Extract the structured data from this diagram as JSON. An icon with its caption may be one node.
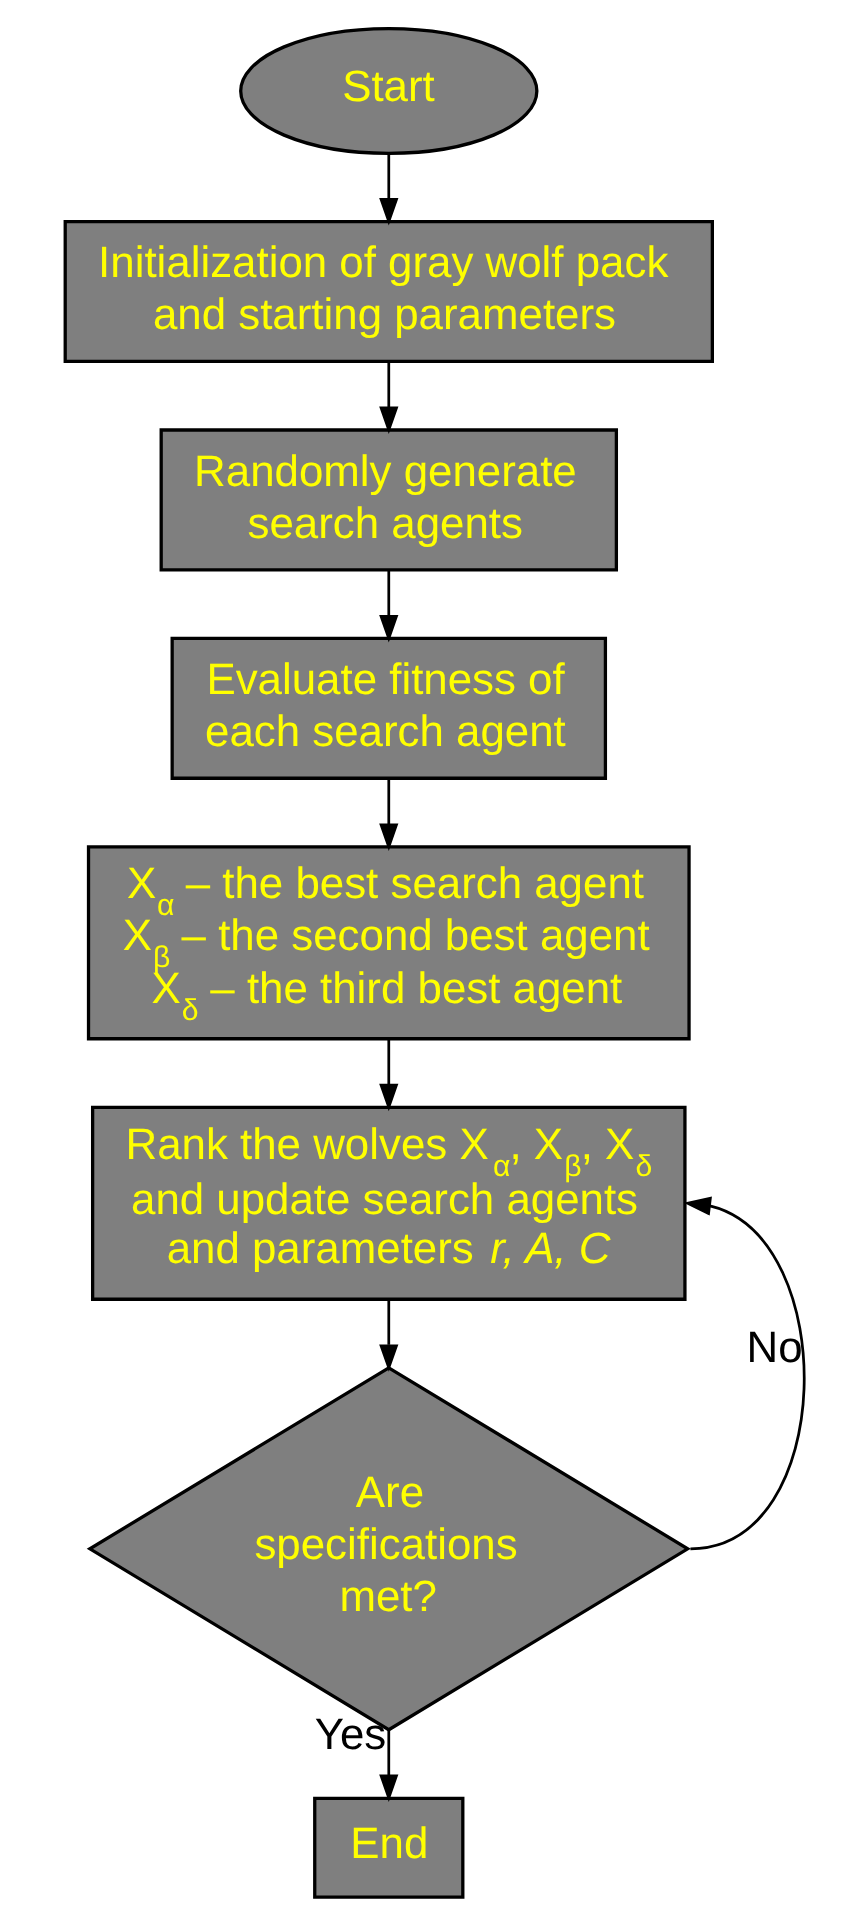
{
  "diagram": {
    "nodes": [
      {
        "text": [
          "Start"
        ]
      },
      {
        "text": [
          "Initialization of gray wolf pack and starting parameters"
        ]
      },
      {
        "text": [
          "Randomly generate search agents"
        ]
      },
      {
        "text": [
          "Evaluate fitness of each search agent"
        ]
      },
      {
        "text": [
          "X$_{α}$ – the best search agent",
          "X$_{β}$ – the second best agent",
          "X$_{δ}$ – the third best agent"
        ]
      },
      {
        "text": [
          "Rank the wolves X$_{α}$, X$_{β}$, X$_{δ}$ and update search agents and parameters *r, A, C*"
        ]
      },
      {
        "text": [
          "Are specifications met?"
        ]
      },
      {
        "text": [
          "End"
        ]
      }
    ],
    "edges": [
      {
        "from": 0,
        "to": 1,
        "arrow": "to"
      },
      {
        "from": 1,
        "to": 2,
        "arrow": "to"
      },
      {
        "from": 2,
        "to": 3,
        "arrow": "to"
      },
      {
        "from": 3,
        "to": 4,
        "arrow": "to"
      },
      {
        "from": 4,
        "to": 5,
        "arrow": "to"
      },
      {
        "from": 5,
        "to": 6,
        "arrow": "to"
      },
      {
        "from": 6,
        "to": 5,
        "arrow": "to",
        "label": "No"
      },
      {
        "from": 6,
        "to": 7,
        "arrow": "to",
        "label": "Yes"
      }
    ]
  }
}
